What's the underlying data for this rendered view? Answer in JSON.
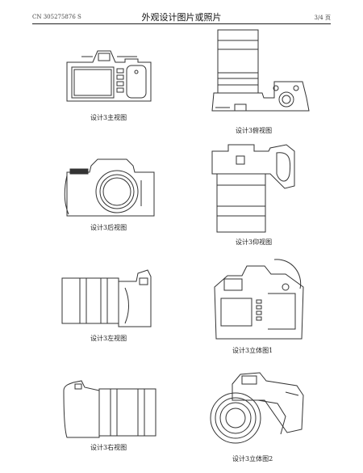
{
  "header": {
    "publication_number": "CN 305275876 S",
    "title": "外观设计图片或照片",
    "page": "3/4 页"
  },
  "figures": [
    {
      "caption": "设计3主视图"
    },
    {
      "caption": "设计3俯视图"
    },
    {
      "caption": "设计3后视图"
    },
    {
      "caption": "设计3仰视图"
    },
    {
      "caption": "设计3左视图"
    },
    {
      "caption": "设计3立体图1"
    },
    {
      "caption": "设计3右视图"
    },
    {
      "caption": "设计3立体图2"
    }
  ]
}
